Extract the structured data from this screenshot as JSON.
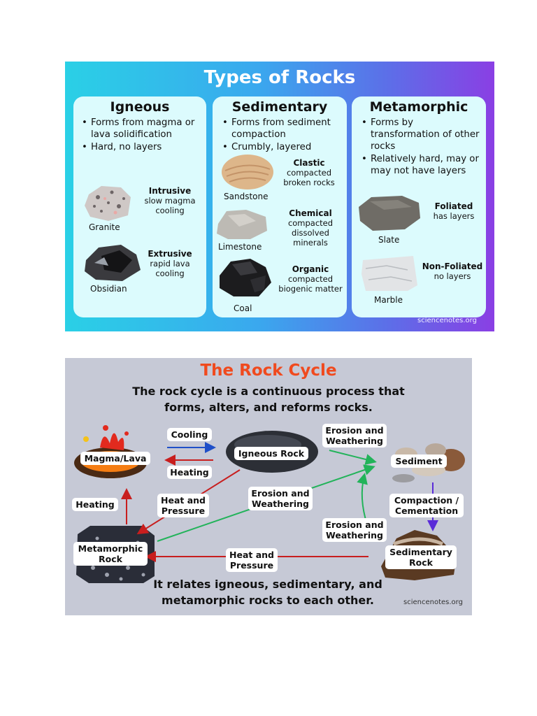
{
  "types": {
    "title": "Types of Rocks",
    "igneous": {
      "heading": "Igneous",
      "bullets": [
        "Forms from magma or lava solidification",
        "Hard, no layers"
      ],
      "rock1": {
        "name": "Granite",
        "type": "Intrusive",
        "desc": "slow magma cooling"
      },
      "rock2": {
        "name": "Obsidian",
        "type": "Extrusive",
        "desc": "rapid lava cooling"
      }
    },
    "sedimentary": {
      "heading": "Sedimentary",
      "bullets": [
        "Forms from sediment compaction",
        "Crumbly, layered"
      ],
      "rock1": {
        "name": "Sandstone",
        "type": "Clastic",
        "desc": "compacted broken rocks"
      },
      "rock2": {
        "name": "Limestone",
        "type": "Chemical",
        "desc": "compacted dissolved minerals"
      },
      "rock3": {
        "name": "Coal",
        "type": "Organic",
        "desc": "compacted biogenic matter"
      }
    },
    "metamorphic": {
      "heading": "Metamorphic",
      "bullets": [
        "Forms by transformation of other rocks",
        "Relatively hard, may or may not have layers"
      ],
      "rock1": {
        "name": "Slate",
        "type": "Foliated",
        "desc": "has layers"
      },
      "rock2": {
        "name": "Marble",
        "type": "Non-Foliated",
        "desc": "no layers"
      }
    },
    "credit": "sciencenotes.org"
  },
  "cycle": {
    "title": "The Rock Cycle",
    "subtitle_line1": "The rock cycle is a continuous process that",
    "subtitle_line2": "forms, alters, and reforms rocks.",
    "bottom_line1": "It relates igneous, sedimentary, and",
    "bottom_line2": "metamorphic rocks to each other.",
    "credit": "sciencenotes.org",
    "nodes": {
      "magma": "Magma/Lava",
      "igneous": "Igneous Rock",
      "sediment": "Sediment",
      "sedimentary_l1": "Sedimentary",
      "sedimentary_l2": "Rock",
      "metamorphic_l1": "Metamorphic",
      "metamorphic_l2": "Rock"
    },
    "processes": {
      "cooling": "Cooling",
      "heating_top": "Heating",
      "heating_left": "Heating",
      "erosion_top_l1": "Erosion and",
      "erosion_top_l2": "Weathering",
      "erosion_mid_l1": "Erosion and",
      "erosion_mid_l2": "Weathering",
      "erosion_low_l1": "Erosion and",
      "erosion_low_l2": "Weathering",
      "heat_upper_l1": "Heat and",
      "heat_upper_l2": "Pressure",
      "heat_lower_l1": "Heat and",
      "heat_lower_l2": "Pressure",
      "compaction_l1": "Compaction /",
      "compaction_l2": "Cementation"
    },
    "colors": {
      "cooling": "#1f4fc8",
      "heating": "#c81e1e",
      "erosion": "#22b35a",
      "compaction": "#5a2bd8"
    }
  }
}
